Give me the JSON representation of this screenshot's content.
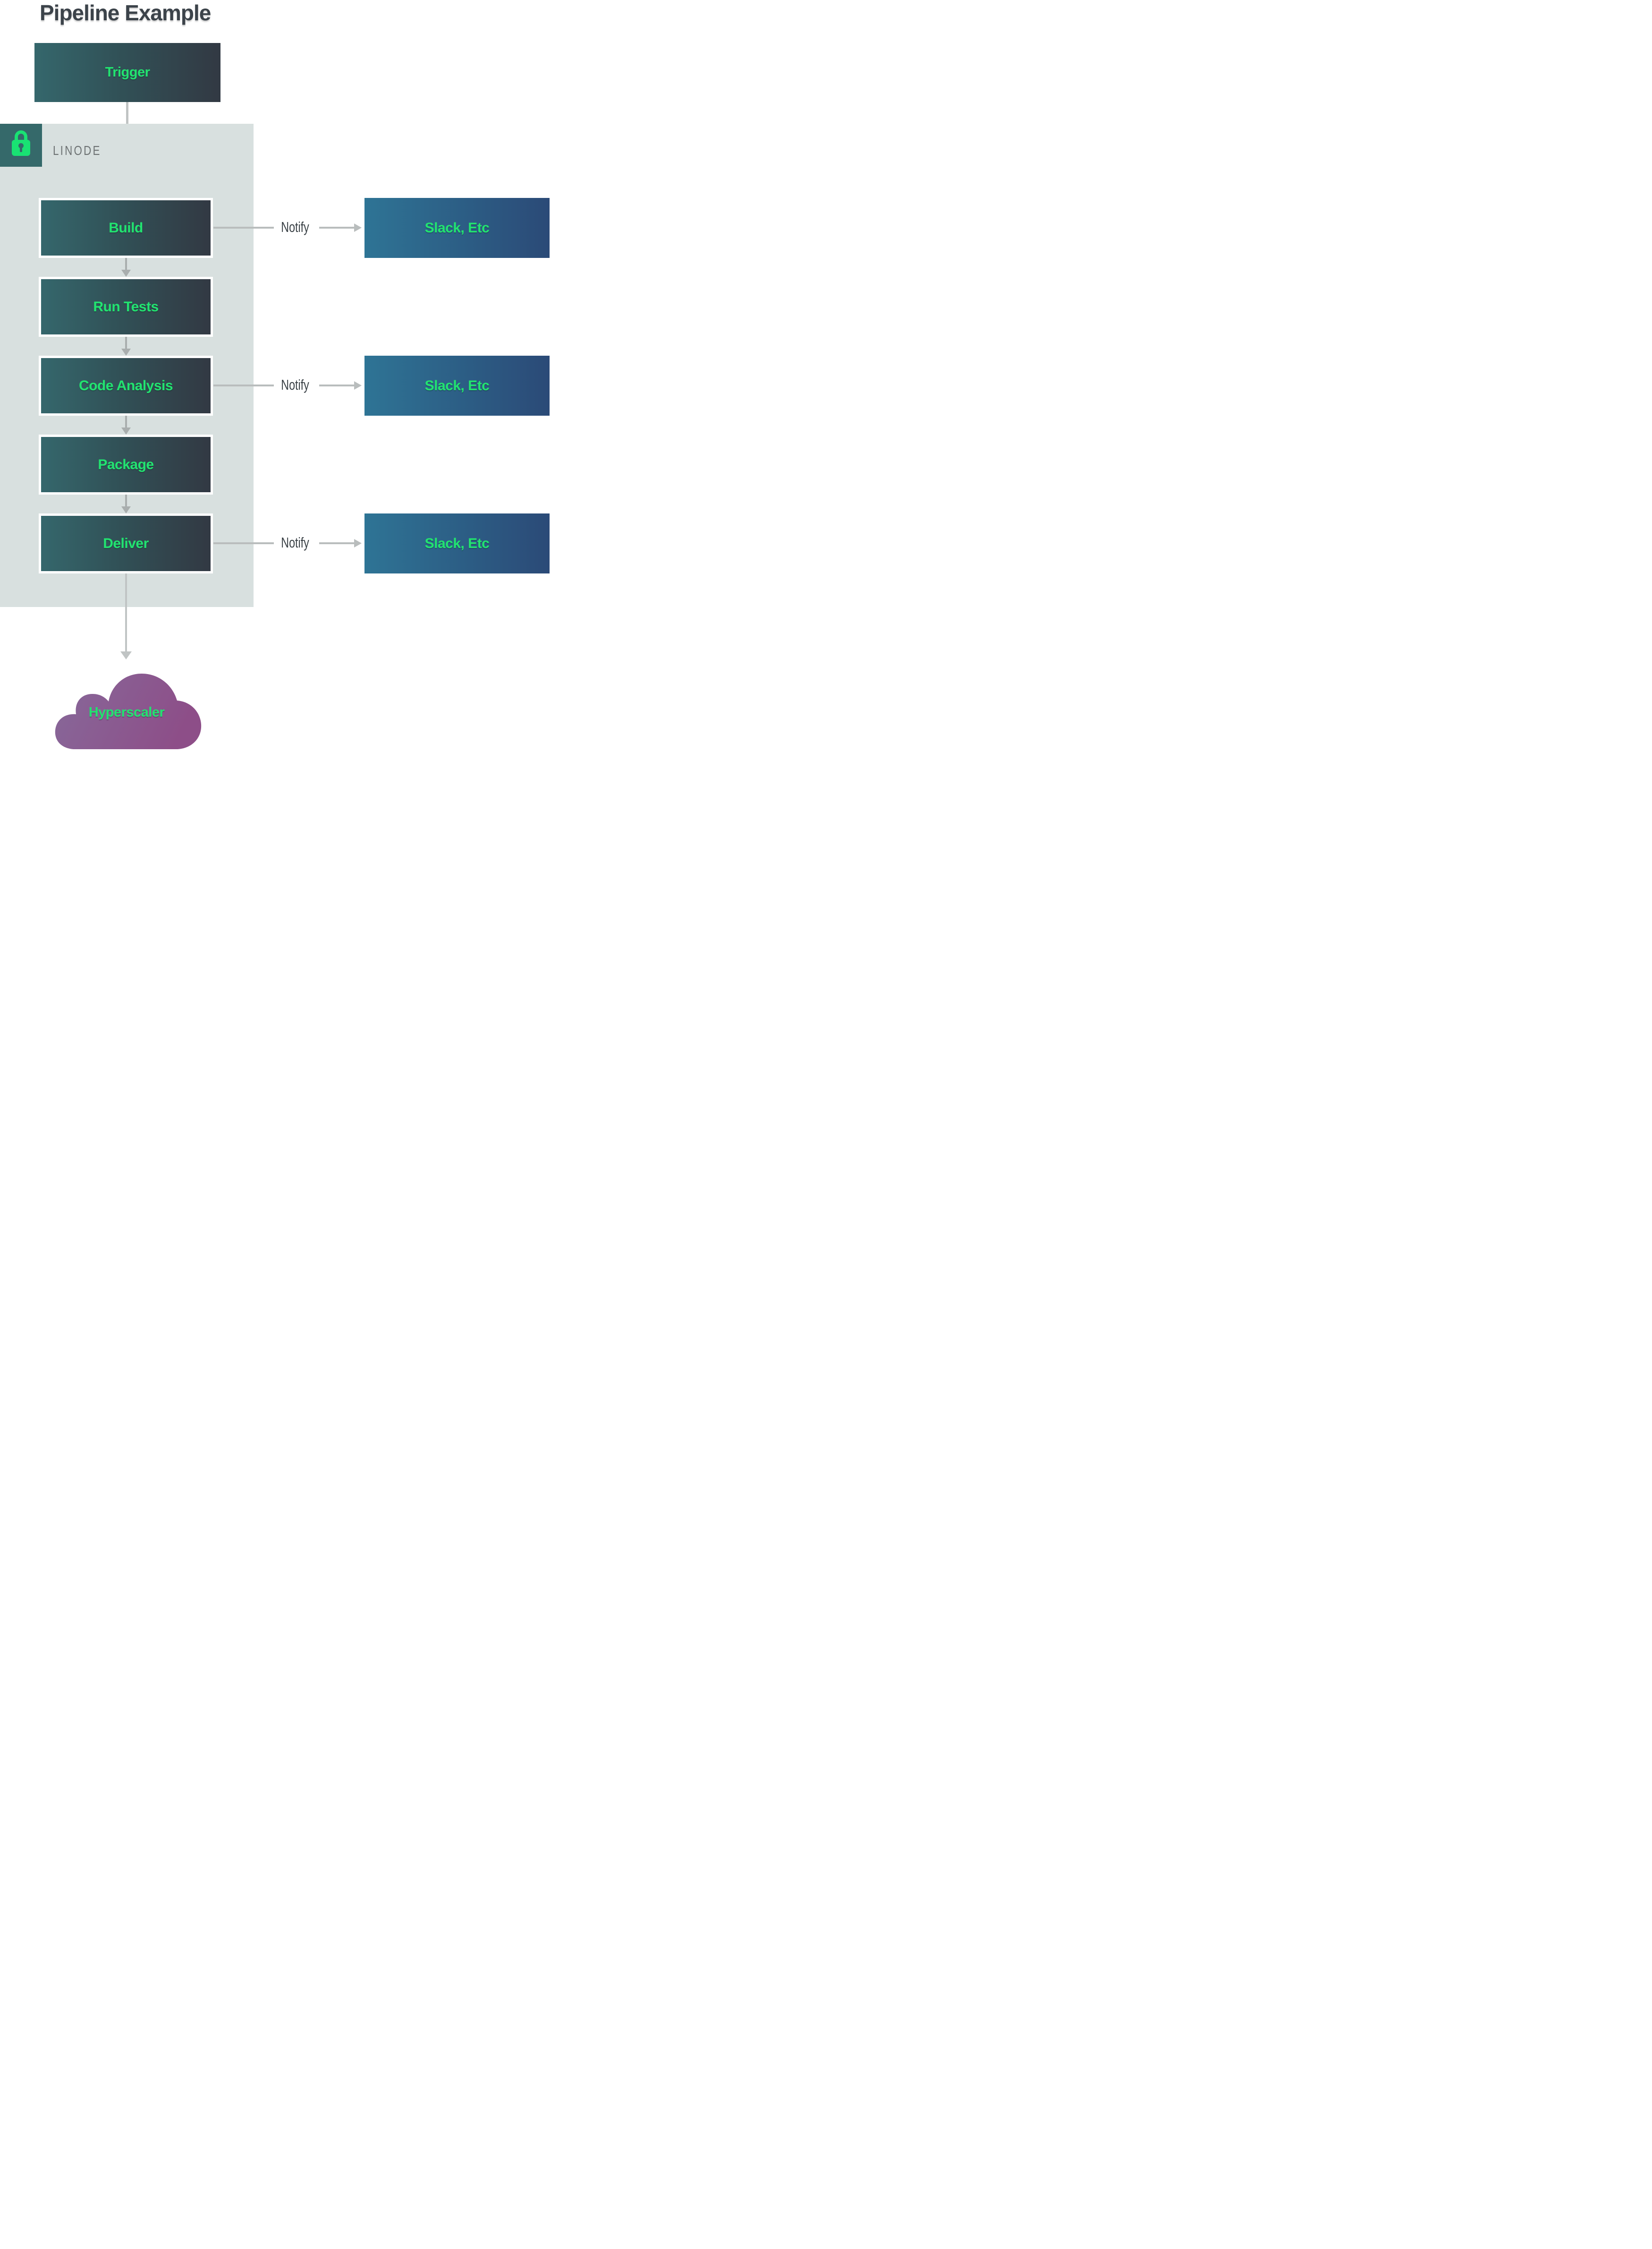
{
  "title": "Pipeline Example",
  "trigger": {
    "label": "Trigger"
  },
  "provider": {
    "name": "LINODE",
    "icon": "lock-icon"
  },
  "pipeline": {
    "steps": [
      "Build",
      "Run Tests",
      "Code Analysis",
      "Package",
      "Deliver"
    ]
  },
  "notifications": [
    {
      "label": "Notify",
      "target": "Slack, Etc",
      "from_step": "Build"
    },
    {
      "label": "Notify",
      "target": "Slack, Etc",
      "from_step": "Code Analysis"
    },
    {
      "label": "Notify",
      "target": "Slack, Etc",
      "from_step": "Deliver"
    }
  ],
  "destination": {
    "label": "Hyperscaler"
  },
  "colors": {
    "accent_green": "#22e370",
    "step_gradient_start": "#35676c",
    "step_gradient_end": "#323943",
    "notify_gradient_start": "#2e7495",
    "notify_gradient_end": "#2b4a77",
    "cloud_gradient_start": "#87699a",
    "cloud_gradient_end": "#8d4e88",
    "panel_background": "#d8e0df",
    "lock_tile_background": "#35696a",
    "title_text": "#3c434a",
    "muted_text": "#6e7374",
    "arrow_gray": "#b9bdbd"
  }
}
